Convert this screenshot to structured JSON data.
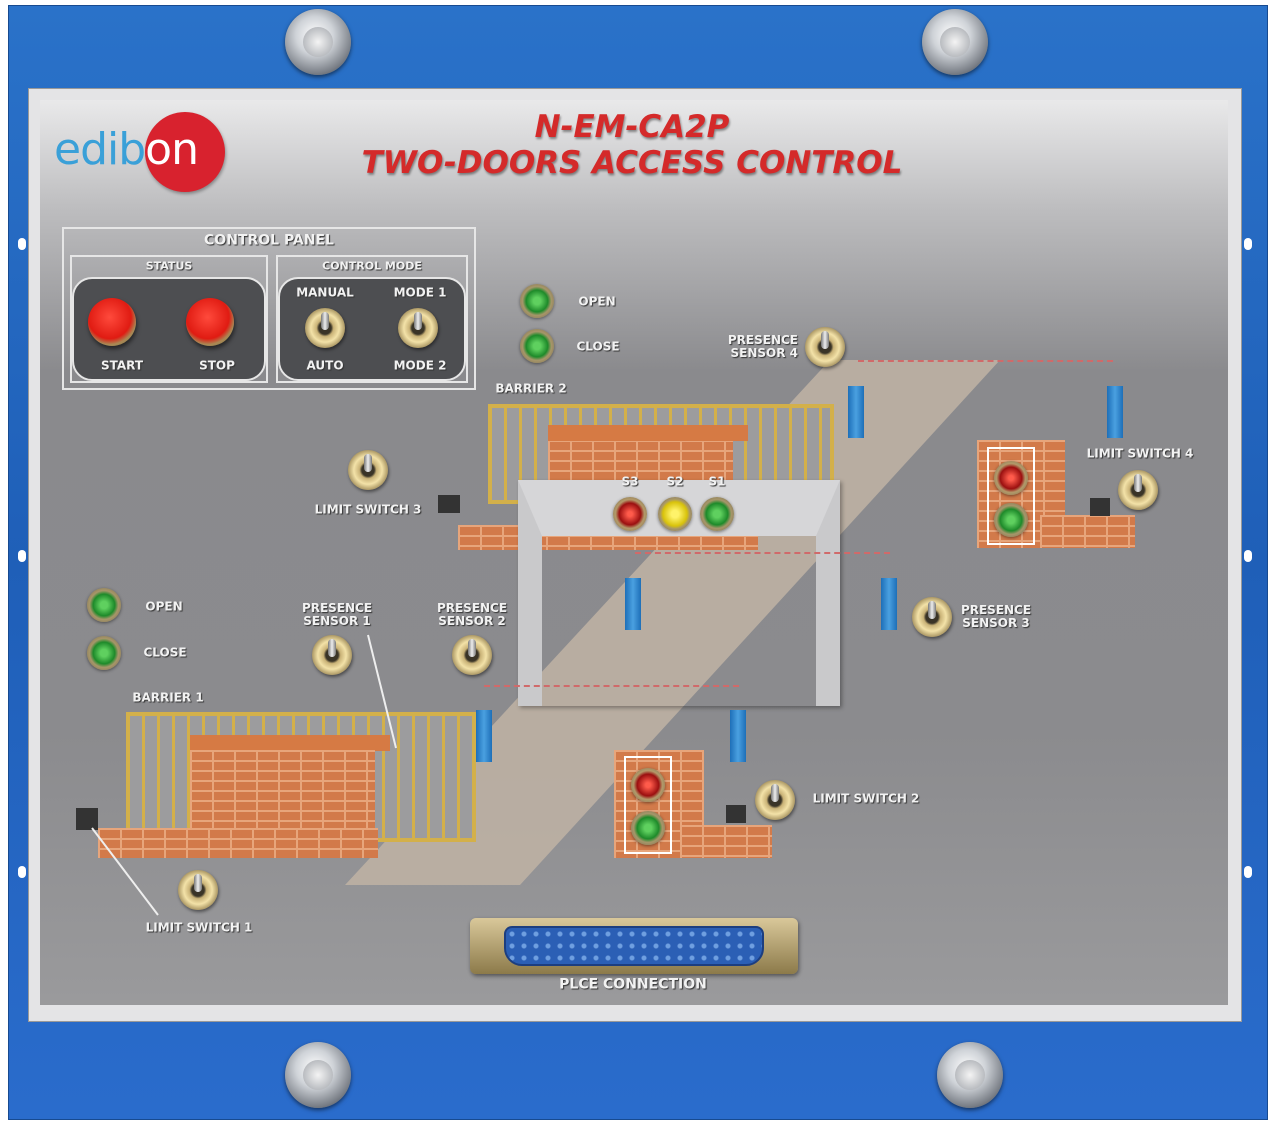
{
  "brand": {
    "logo_text": "edibon"
  },
  "header": {
    "model": "N-EM-CA2P",
    "title": "TWO-DOORS ACCESS CONTROL"
  },
  "control_panel": {
    "title": "CONTROL PANEL",
    "status": {
      "title": "STATUS",
      "start_label": "START",
      "stop_label": "STOP"
    },
    "control_mode": {
      "title": "CONTROL MODE",
      "switch1_top": "MANUAL",
      "switch1_bottom": "AUTO",
      "switch2_top": "MODE 1",
      "switch2_bottom": "MODE 2"
    }
  },
  "barrier2": {
    "label": "BARRIER 2",
    "open_label": "OPEN",
    "close_label": "CLOSE"
  },
  "barrier1": {
    "label": "BARRIER 1",
    "open_label": "OPEN",
    "close_label": "CLOSE"
  },
  "traffic_lights": {
    "s3": "S3",
    "s2": "S2",
    "s1": "S1"
  },
  "sensors": {
    "presence_sensor_1": "PRESENCE SENSOR 1",
    "presence_sensor_2": "PRESENCE SENSOR 2",
    "presence_sensor_3": "PRESENCE SENSOR 3",
    "presence_sensor_4": "PRESENCE SENSOR 4",
    "limit_switch_1": "LIMIT SWITCH 1",
    "limit_switch_2": "LIMIT SWITCH 2",
    "limit_switch_3": "LIMIT SWITCH 3",
    "limit_switch_4": "LIMIT SWITCH 4"
  },
  "connector": {
    "label": "PLCE CONNECTION"
  },
  "colors": {
    "frame": "#2a72c9",
    "title": "#d42a2a",
    "logo_circle": "#d8222e",
    "logo_text": "#3aa0d8"
  }
}
